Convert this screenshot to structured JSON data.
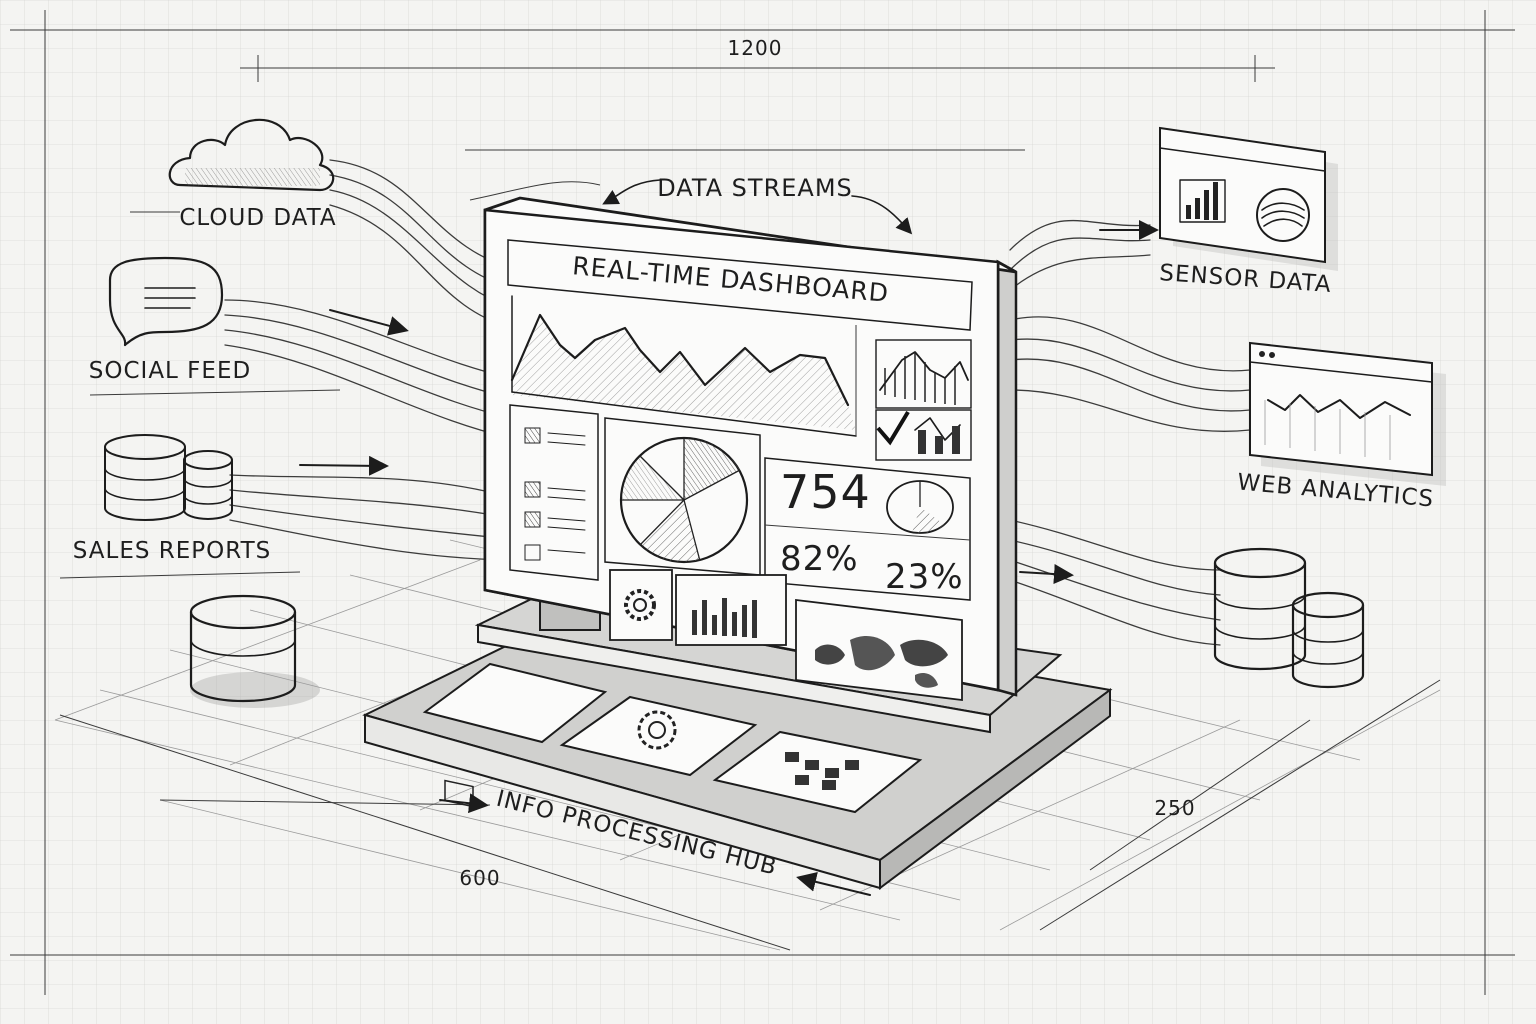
{
  "labels": {
    "cloud": "CLOUD DATA",
    "social": "SOCIAL FEED",
    "sales": "SALES REPORTS",
    "streams": "DATA STREAMS",
    "sensor": "SENSOR DATA",
    "web": "WEB ANALYTICS",
    "dashboard": "REAL-TIME DASHBOARD",
    "hub": "INFO PROCESSING HUB"
  },
  "dimensions": {
    "top": "1200",
    "bottom": "600",
    "right": "250"
  },
  "metrics": {
    "count": "754",
    "pct_a": "82%",
    "pct_b": "23%"
  },
  "icons": [
    "cloud-icon",
    "speech-bubble-icon",
    "database-icon",
    "gear-icon",
    "check-icon",
    "world-map-icon",
    "pie-chart-icon",
    "bar-chart-icon",
    "line-chart-icon"
  ],
  "colors": {
    "ink": "#1c1c1c",
    "paper": "#f4f4f2",
    "grid": "#d7d7d4"
  }
}
